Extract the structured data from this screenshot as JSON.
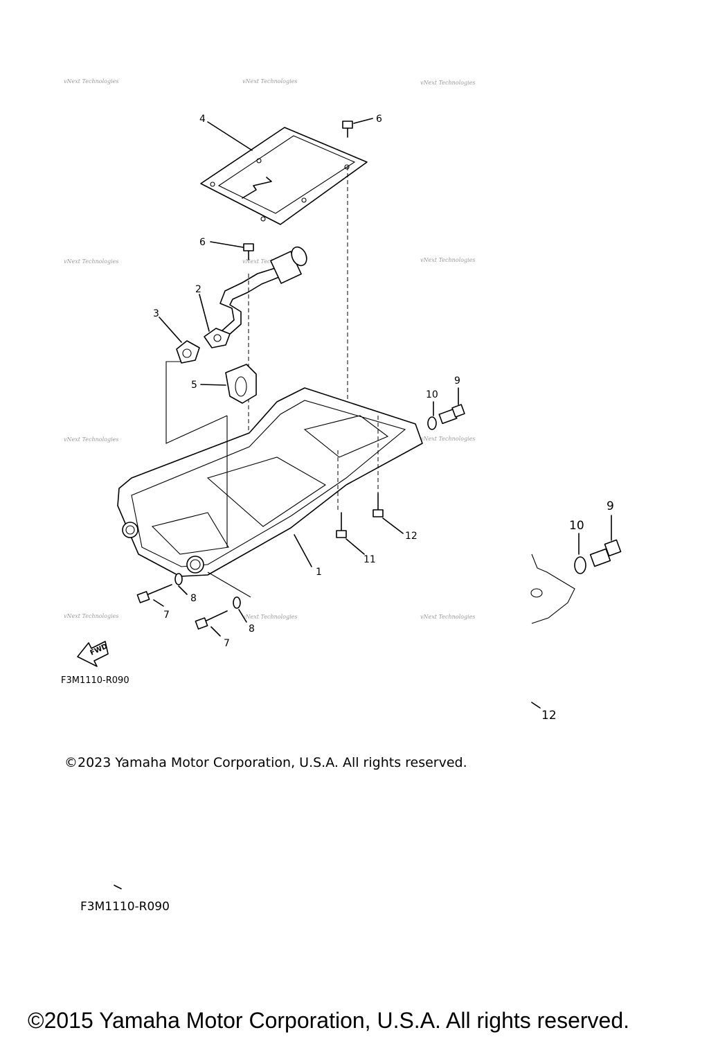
{
  "callouts": {
    "c1": "1",
    "c2": "2",
    "c3": "3",
    "c4": "4",
    "c5": "5",
    "c6a": "6",
    "c6b": "6",
    "c7a": "7",
    "c7b": "7",
    "c8a": "8",
    "c8b": "8",
    "c9": "9",
    "c10": "10",
    "c11": "11",
    "c12": "12",
    "c9_inset": "9",
    "c10_inset": "10",
    "c12_inset": "12"
  },
  "fwd_label": "FWD",
  "diagram_code": "F3M1110-R090",
  "diagram_code_2": "F3M1110-R090",
  "watermark": "vNext Technologies",
  "copyright_2023": "©2023 Yamaha Motor Corporation, U.S.A. All rights reserved.",
  "copyright_2015": "©2015 Yamaha Motor Corporation, U.S.A. All rights reserved."
}
